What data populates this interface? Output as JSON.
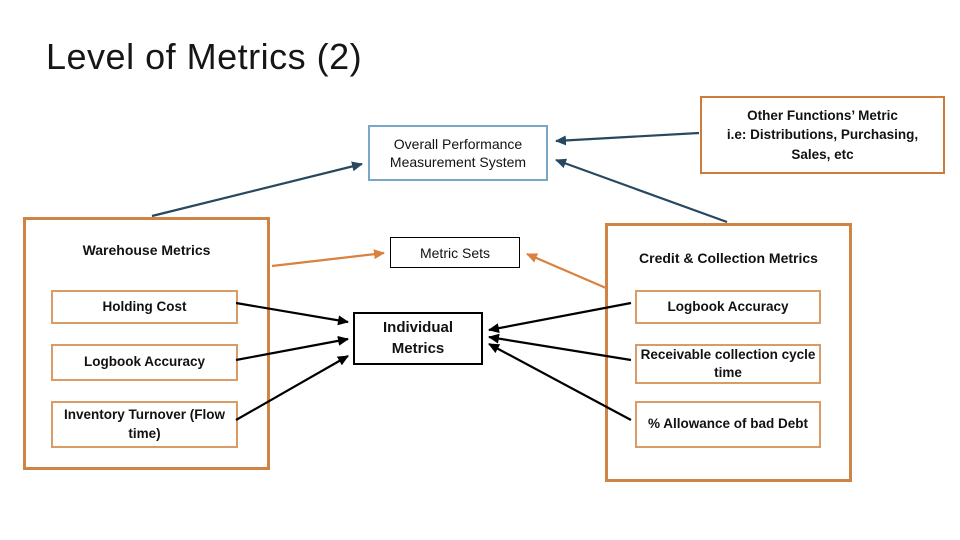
{
  "slide": {
    "title": "Level of Metrics (2)"
  },
  "colors": {
    "background": "#ffffff",
    "text": "#121212",
    "black": "#000000",
    "orange_border": "#cf8344",
    "orange_inner_border": "#d99c66",
    "orange_strong": "#cf7c38",
    "orange_arrow": "#d9813e",
    "blue_border": "#7ba7c7",
    "dark_arrow": "#27485f"
  },
  "diagram": {
    "overall_box": {
      "lines": [
        "Overall Performance",
        "Measurement System"
      ]
    },
    "other_functions_box": {
      "lines": [
        "Other Functions’ Metric",
        "i.e: Distributions, Purchasing,",
        "Sales, etc"
      ]
    },
    "metric_sets_box": {
      "label": "Metric Sets"
    },
    "individual_metrics_box": {
      "lines": [
        "Individual",
        "Metrics"
      ]
    },
    "warehouse_group": {
      "title": "Warehouse Metrics",
      "items": [
        "Holding Cost",
        "Logbook Accuracy",
        "Inventory Turnover (Flow time)"
      ]
    },
    "credit_group": {
      "title": "Credit & Collection Metrics",
      "items": [
        "Logbook Accuracy",
        "Receivable collection cycle time",
        "% Allowance of bad Debt"
      ]
    },
    "edges": [
      {
        "from": "warehouse-metrics-group",
        "to": "overall-performance-box",
        "color": "dark_arrow"
      },
      {
        "from": "other-functions-box",
        "to": "overall-performance-box",
        "color": "dark_arrow"
      },
      {
        "from": "credit-collection-group",
        "to": "overall-performance-box",
        "color": "dark_arrow"
      },
      {
        "from": "warehouse-metrics-group",
        "to": "metric-sets-box",
        "color": "orange_arrow"
      },
      {
        "from": "credit-collection-group",
        "to": "metric-sets-box",
        "color": "orange_arrow"
      },
      {
        "from": "holding-cost",
        "to": "individual-metrics-box",
        "color": "black"
      },
      {
        "from": "logbook-accuracy-warehouse",
        "to": "individual-metrics-box",
        "color": "black"
      },
      {
        "from": "inventory-turnover-flow-time",
        "to": "individual-metrics-box",
        "color": "black"
      },
      {
        "from": "logbook-accuracy-credit",
        "to": "individual-metrics-box",
        "color": "black"
      },
      {
        "from": "receivable-collection-cycle-time",
        "to": "individual-metrics-box",
        "color": "black"
      },
      {
        "from": "allowance-of-bad-debt",
        "to": "individual-metrics-box",
        "color": "black"
      }
    ]
  }
}
